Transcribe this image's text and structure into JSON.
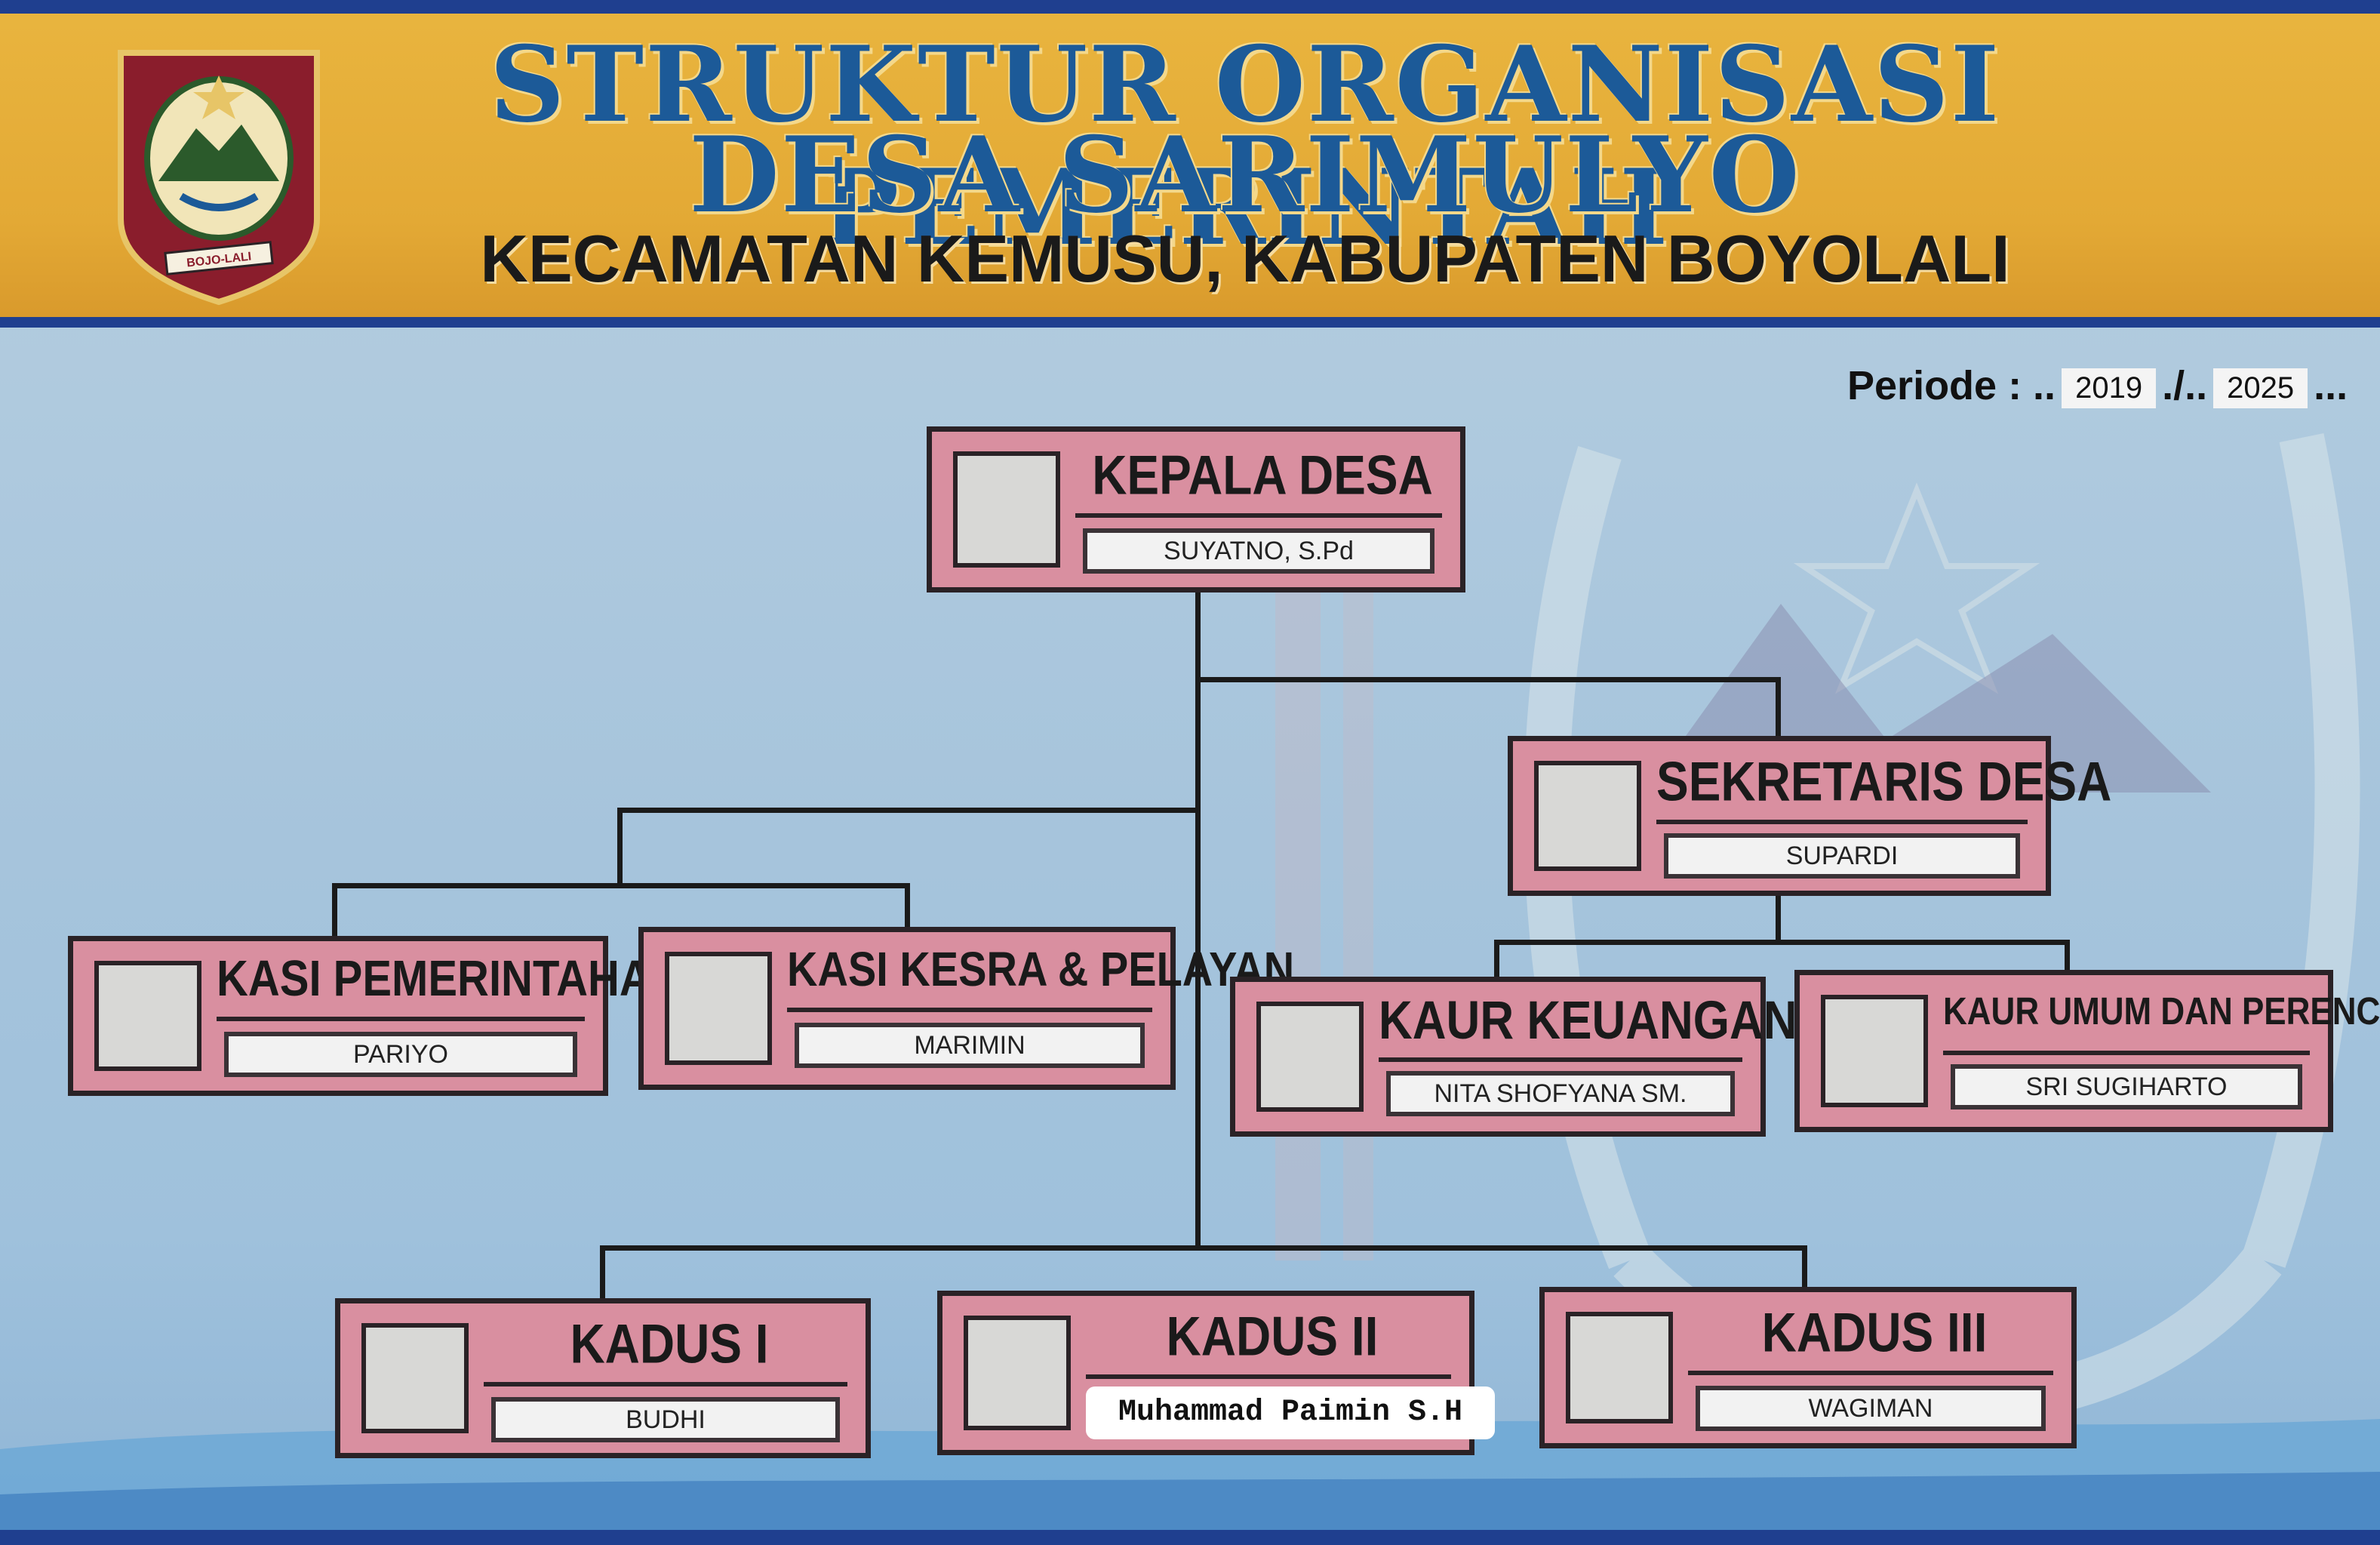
{
  "header": {
    "title_line1": "STRUKTUR ORGANISASI PEMERINTAH",
    "title_line2": "DESA SARIMULYO",
    "subtitle": "KECAMATAN KEMUSU, KABUPATEN BOYOLALI",
    "emblem_icon": "boyolali-coat-of-arms",
    "emblem_text": "BOJO-LALI"
  },
  "period": {
    "label": "Periode : ..",
    "start": "2019",
    "separator": "./..",
    "end": "2025",
    "trail": "..."
  },
  "positions": [
    {
      "id": "kepala-desa",
      "role": "KEPALA DESA",
      "name": "SUYATNO, S.Pd"
    },
    {
      "id": "sekretaris-desa",
      "role": "SEKRETARIS DESA",
      "name": "SUPARDI"
    },
    {
      "id": "kasi-pemerintahan",
      "role": "KASI PEMERINTAHAN",
      "name": "PARIYO"
    },
    {
      "id": "kasi-kesra",
      "role": "KASI KESRA & PELAYAN",
      "name": "MARIMIN"
    },
    {
      "id": "kaur-keuangan",
      "role": "KAUR KEUANGAN",
      "name": "NITA SHOFYANA SM."
    },
    {
      "id": "kaur-umum",
      "role": "KAUR UMUM DAN PERENCANAAN",
      "name": "SRI SUGIHARTO"
    },
    {
      "id": "kadus-1",
      "role": "KADUS I",
      "name": "BUDHI"
    },
    {
      "id": "kadus-2",
      "role": "KADUS II",
      "name": "Muhammad Paimin S.H"
    },
    {
      "id": "kadus-3",
      "role": "KADUS III",
      "name": "WAGIMAN"
    }
  ],
  "colors": {
    "header": "#e3a935",
    "title": "#1c5a98",
    "box": "#d98fa0",
    "border": "#1f3f8f"
  }
}
